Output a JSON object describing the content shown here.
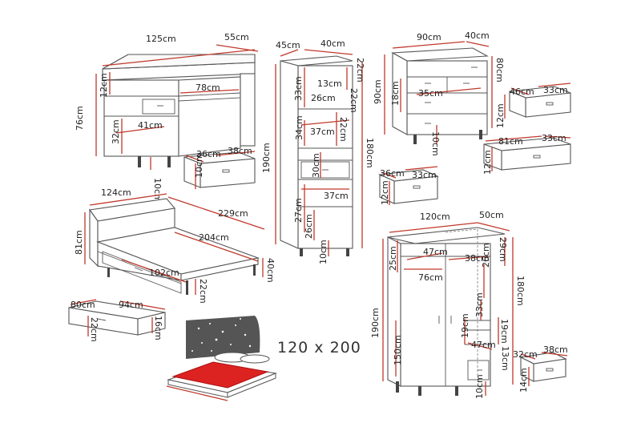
{
  "desk": {
    "width": "125cm",
    "depth": "55cm",
    "height": "76cm",
    "top_gap": "12cm",
    "knee_width": "78cm",
    "cabinet_height": "32cm",
    "cabinet_width": "41cm",
    "leg": "10cm",
    "drawer": {
      "width": "38cm",
      "depth": "36cm",
      "height": "10cm"
    }
  },
  "bookcase": {
    "width": "45cm",
    "depth": "40cm",
    "height": "190cm",
    "top_height": "22cm",
    "shelf_depth": "13cm",
    "shelf_height": "33cm",
    "inner_depth": "26cm",
    "inner_height_1": "22cm",
    "inner_height_2": "34cm",
    "shelf_width": "37cm",
    "inner_height_3": "22cm",
    "inner_height_4": "30cm",
    "total_side": "180cm",
    "lower_width": "37cm",
    "lower_height": "27cm",
    "lower_depth": "26cm",
    "leg": "10cm",
    "drawer": {
      "depth": "36cm",
      "width": "33cm",
      "height": "12cm"
    }
  },
  "dresser": {
    "width": "90cm",
    "depth": "40cm",
    "height": "90cm",
    "body_height": "80cm",
    "drawer_height": "18cm",
    "inner_width": "35cm",
    "leg": "10cm",
    "drawer_small": {
      "width": "46cm",
      "depth": "33cm",
      "height": "12cm"
    },
    "drawer_large": {
      "width": "81cm",
      "depth": "33cm",
      "height": "12cm"
    }
  },
  "bed": {
    "width": "124cm",
    "length": "229cm",
    "headboard_height": "81cm",
    "mattress_length": "204cm",
    "drawer_width": "102cm",
    "drawer_height": "22cm",
    "side_height": "40cm",
    "drawer": {
      "width": "80cm",
      "depth": "94cm",
      "height": "22cm",
      "inner": "16cm"
    },
    "mattress_size": "120 x 200"
  },
  "wardrobe": {
    "width": "120cm",
    "depth": "50cm",
    "height": "190cm",
    "inner_height": "180cm",
    "top_height": "25cm",
    "top_gap": "29cm",
    "shelf_width": "47cm",
    "shelf_depth": "38cm",
    "rail_width": "76cm",
    "side_shelf": "26cm",
    "side_height": "33cm",
    "door_height": "150cm",
    "drawer_gap": "19cm",
    "drawer_gap_right": "19cm",
    "lower_width": "47cm",
    "lower_depth": "13cm",
    "leg": "10cm",
    "drawer": {
      "width": "32cm",
      "depth": "38cm",
      "height": "14cm"
    }
  }
}
